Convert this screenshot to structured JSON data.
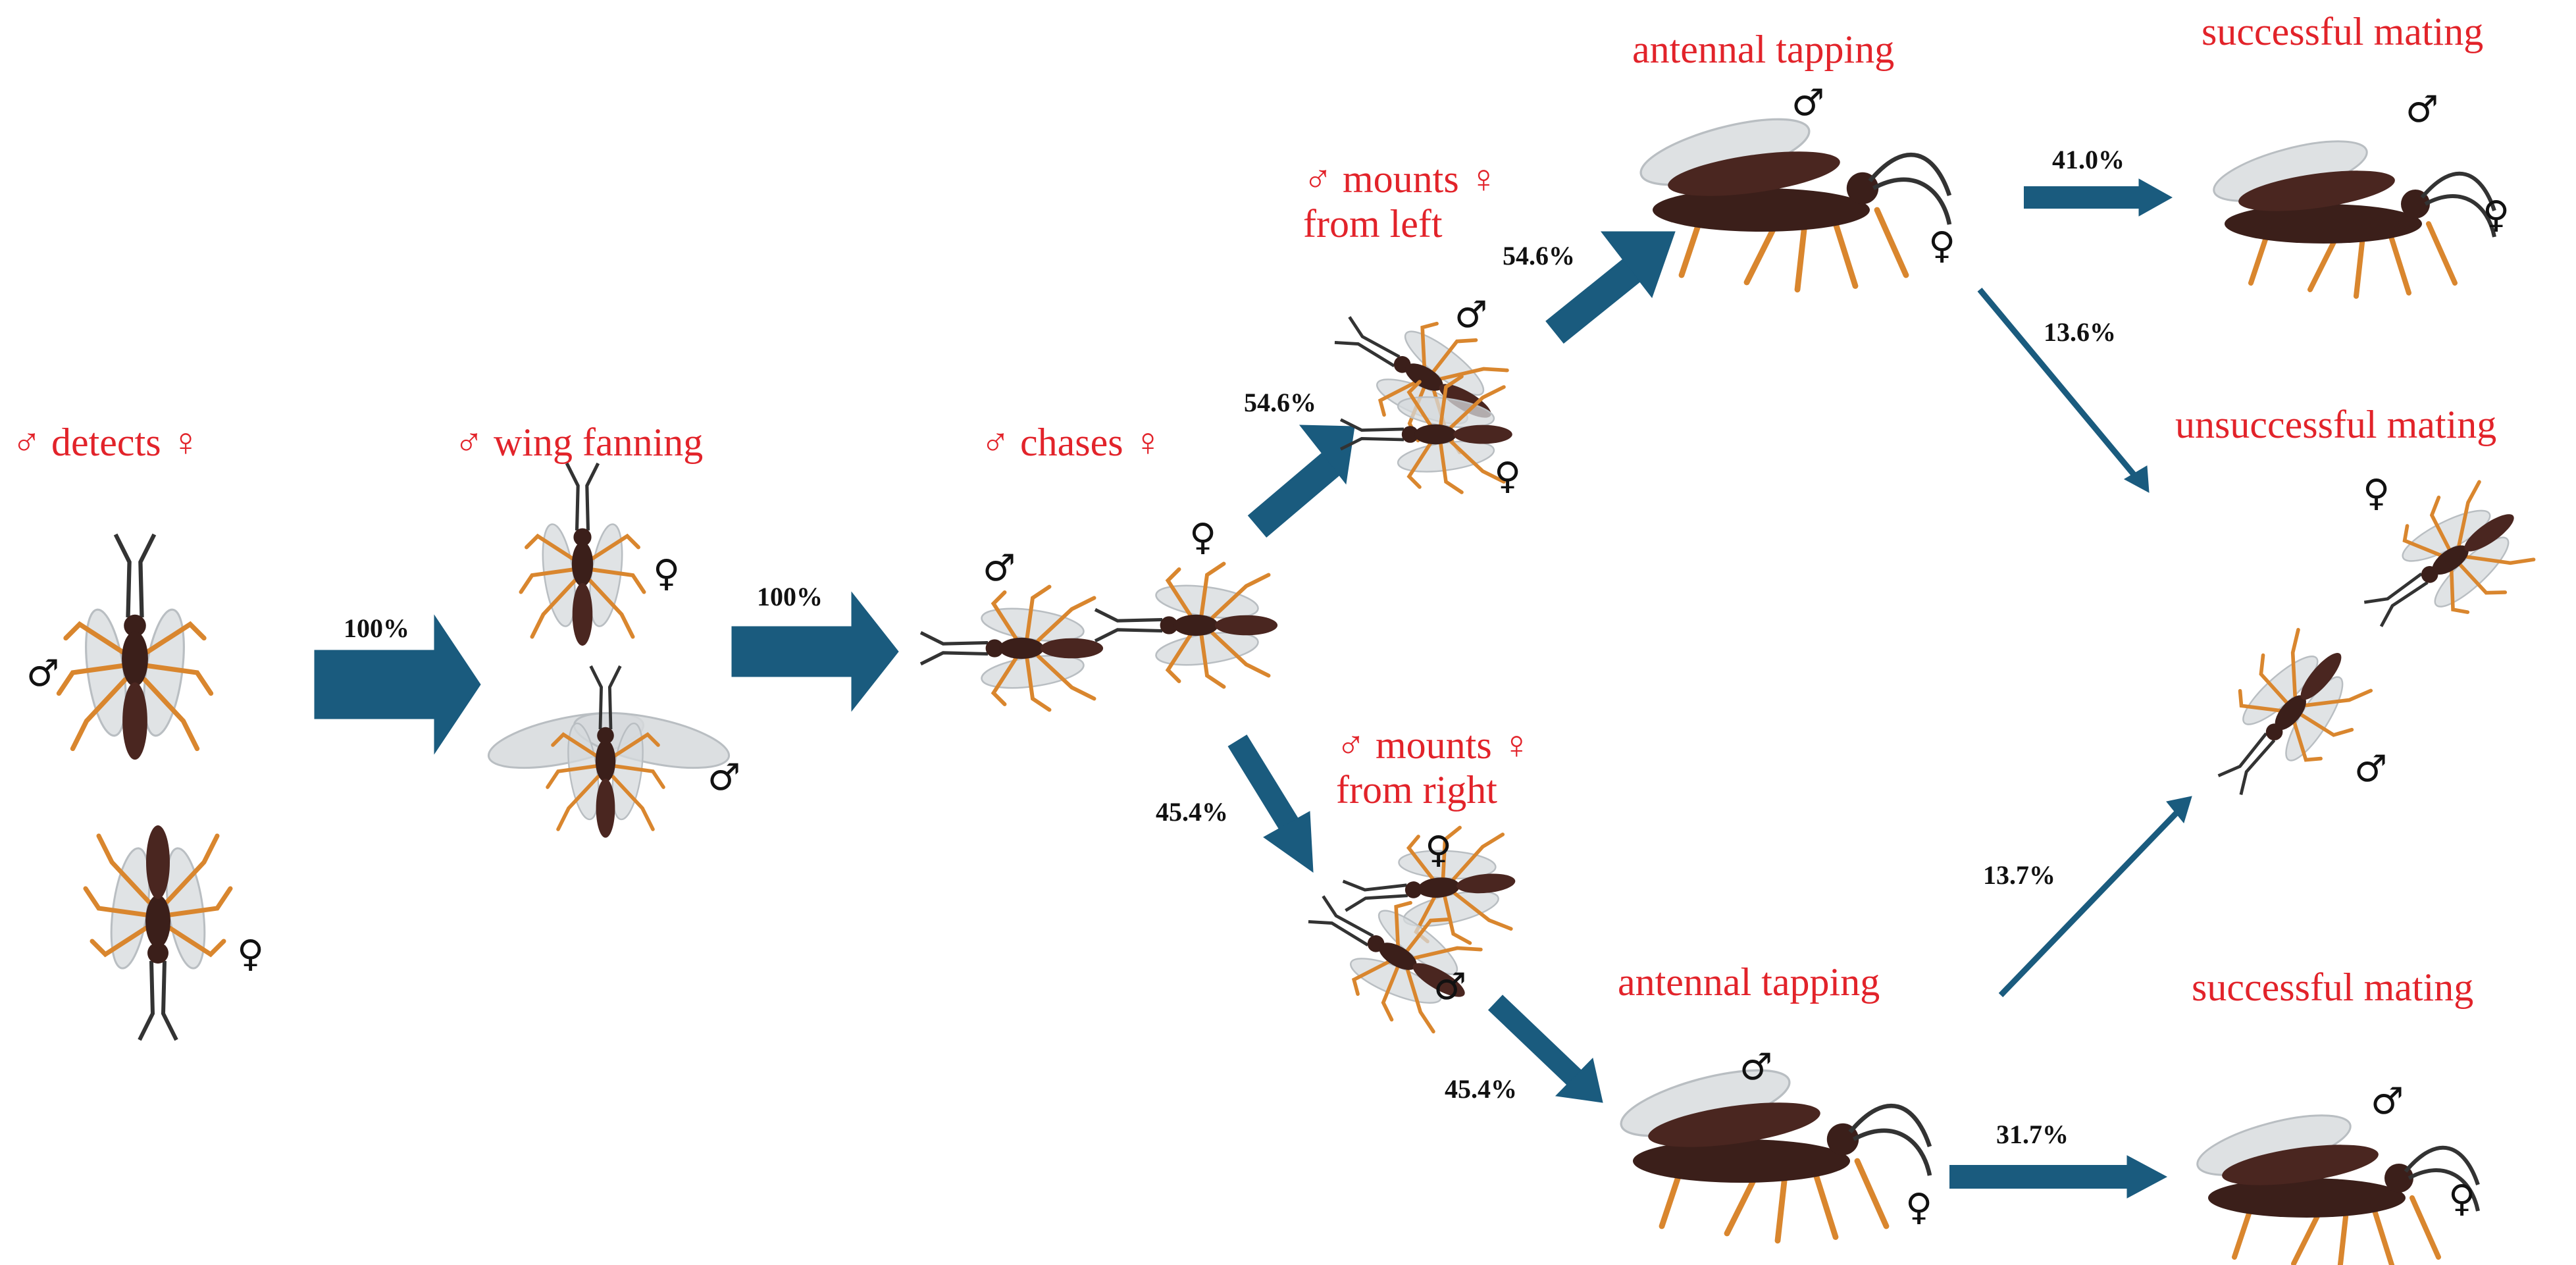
{
  "colors": {
    "label": "#e2232a",
    "arrow": "#1a5b7e",
    "body": "#3b1f1a",
    "leg": "#d9862e",
    "wing": "#d6d9dc"
  },
  "symbols": {
    "male": "♂",
    "female": "♀"
  },
  "stages": {
    "detects": "♂ detects ♀",
    "wing_fanning": "♂ wing fanning",
    "chases": "♂ chases ♀",
    "mounts_left_line1": "♂ mounts ♀",
    "mounts_left_line2": "from left",
    "mounts_right_line1": "♂ mounts ♀",
    "mounts_right_line2": "from right",
    "antennal_tapping_top": "antennal tapping",
    "antennal_tapping_bottom": "antennal tapping",
    "successful_mating_top": "successful mating",
    "unsuccessful_mating": "unsuccessful mating",
    "successful_mating_bottom": "successful mating"
  },
  "transitions": {
    "detects_to_fanning": "100%",
    "fanning_to_chase": "100%",
    "chase_to_left": "54.6%",
    "left_to_tapping": "54.6%",
    "chase_to_right": "45.4%",
    "right_to_tapping": "45.4%",
    "tapping_top_to_success": "41.0%",
    "tapping_top_to_unsuccess": "13.6%",
    "tapping_bottom_to_unsuccess": "13.7%",
    "tapping_bottom_to_success": "31.7%"
  }
}
